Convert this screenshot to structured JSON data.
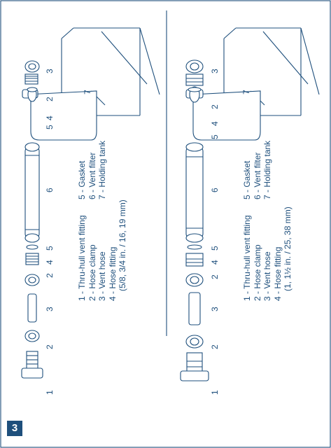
{
  "figure": {
    "number": "3",
    "top_diagram": {
      "callouts": [
        "1",
        "2",
        "3",
        "2",
        "4",
        "5",
        "6",
        "5",
        "4",
        "2",
        "3",
        "7"
      ],
      "legend_left": [
        "1 - Thru-hull vent fitting",
        "2 - Hose clamp",
        "3 - Vent hose",
        "4 - Hose fitting",
        "(5/8, 3/4 in. / 16, 19 mm)"
      ],
      "legend_right": [
        "5 - Gasket",
        "6 - Vent filter",
        "7 - Holding tank"
      ]
    },
    "bottom_diagram": {
      "callouts": [
        "1",
        "2",
        "3",
        "2",
        "4",
        "5",
        "6",
        "5",
        "4",
        "2",
        "3",
        "7"
      ],
      "legend_left": [
        "1 - Thru-hull vent fitting",
        "2 - Hose clamp",
        "3 - Vent hose",
        "4 - Hose fitting",
        "(1, 1½ in. / 25, 38 mm)"
      ],
      "legend_right": [
        "5 - Gasket",
        "6 - Vent filter",
        "7 - Holding tank"
      ]
    }
  }
}
